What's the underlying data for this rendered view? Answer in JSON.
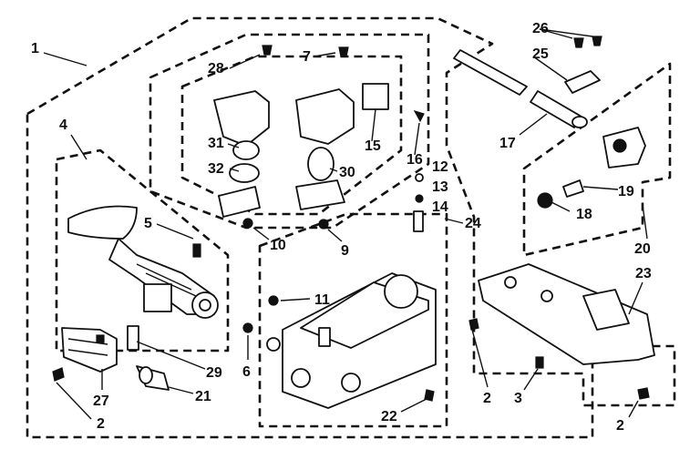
{
  "callouts": [
    {
      "id": "c1",
      "text": "1"
    },
    {
      "id": "c4",
      "text": "4"
    },
    {
      "id": "c5",
      "text": "5"
    },
    {
      "id": "c7",
      "text": "7"
    },
    {
      "id": "c28",
      "text": "28"
    },
    {
      "id": "c31",
      "text": "31"
    },
    {
      "id": "c32",
      "text": "32"
    },
    {
      "id": "c15",
      "text": "15"
    },
    {
      "id": "c30",
      "text": "30"
    },
    {
      "id": "c16",
      "text": "16"
    },
    {
      "id": "c12",
      "text": "12"
    },
    {
      "id": "c13",
      "text": "13"
    },
    {
      "id": "c14",
      "text": "14"
    },
    {
      "id": "c24",
      "text": "24"
    },
    {
      "id": "c10",
      "text": "10"
    },
    {
      "id": "c9",
      "text": "9"
    },
    {
      "id": "c11",
      "text": "11"
    },
    {
      "id": "c26",
      "text": "26"
    },
    {
      "id": "c25",
      "text": "25"
    },
    {
      "id": "c17",
      "text": "17"
    },
    {
      "id": "c19",
      "text": "19"
    },
    {
      "id": "c18",
      "text": "18"
    },
    {
      "id": "c20",
      "text": "20"
    },
    {
      "id": "c23",
      "text": "23"
    },
    {
      "id": "c29",
      "text": "29"
    },
    {
      "id": "c6",
      "text": "6"
    },
    {
      "id": "c27",
      "text": "27"
    },
    {
      "id": "c21",
      "text": "21"
    },
    {
      "id": "c2a",
      "text": "2"
    },
    {
      "id": "c22",
      "text": "22"
    },
    {
      "id": "c2b",
      "text": "2"
    },
    {
      "id": "c3",
      "text": "3"
    },
    {
      "id": "c2c",
      "text": "2"
    }
  ]
}
